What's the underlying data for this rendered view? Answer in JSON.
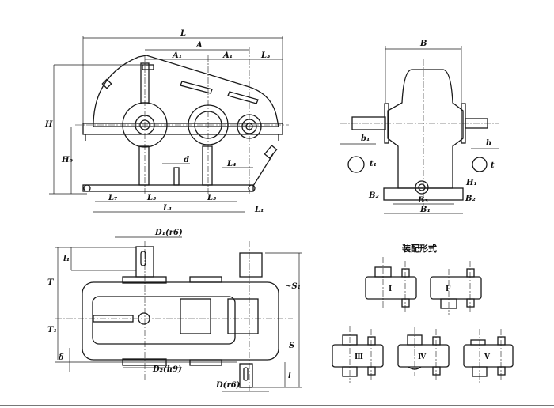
{
  "front_view": {
    "labels": {
      "L": "L",
      "A": "A",
      "A1_left": "A₁",
      "A1_right": "A₁",
      "L3": "L₃",
      "H": "H",
      "H0": "H₀",
      "d": "d",
      "L4": "L₄",
      "L7": "L₇",
      "L5_left": "L₅",
      "L5_right": "L₅",
      "L1": "L₁",
      "L1_right": "L₁"
    }
  },
  "side_view": {
    "labels": {
      "B": "B",
      "b1": "b₁",
      "t1": "t₁",
      "b": "b",
      "t": "t",
      "H1": "H₁",
      "B2_left": "B₂",
      "B3": "B₃",
      "B1": "B₁",
      "B2_right": "B₂"
    }
  },
  "top_view": {
    "labels": {
      "D1": "D₁(r6)",
      "l1": "l₁",
      "T": "T",
      "T1": "T₁",
      "delta": "δ",
      "D2": "D₂(h9)",
      "D": "D(r6)",
      "l": "l",
      "S1": "~S₁",
      "S": "S"
    }
  },
  "assembly": {
    "title": "装配形式",
    "forms": [
      "I",
      "I'",
      "Ⅲ",
      "Ⅳ",
      "Ⅴ"
    ]
  }
}
